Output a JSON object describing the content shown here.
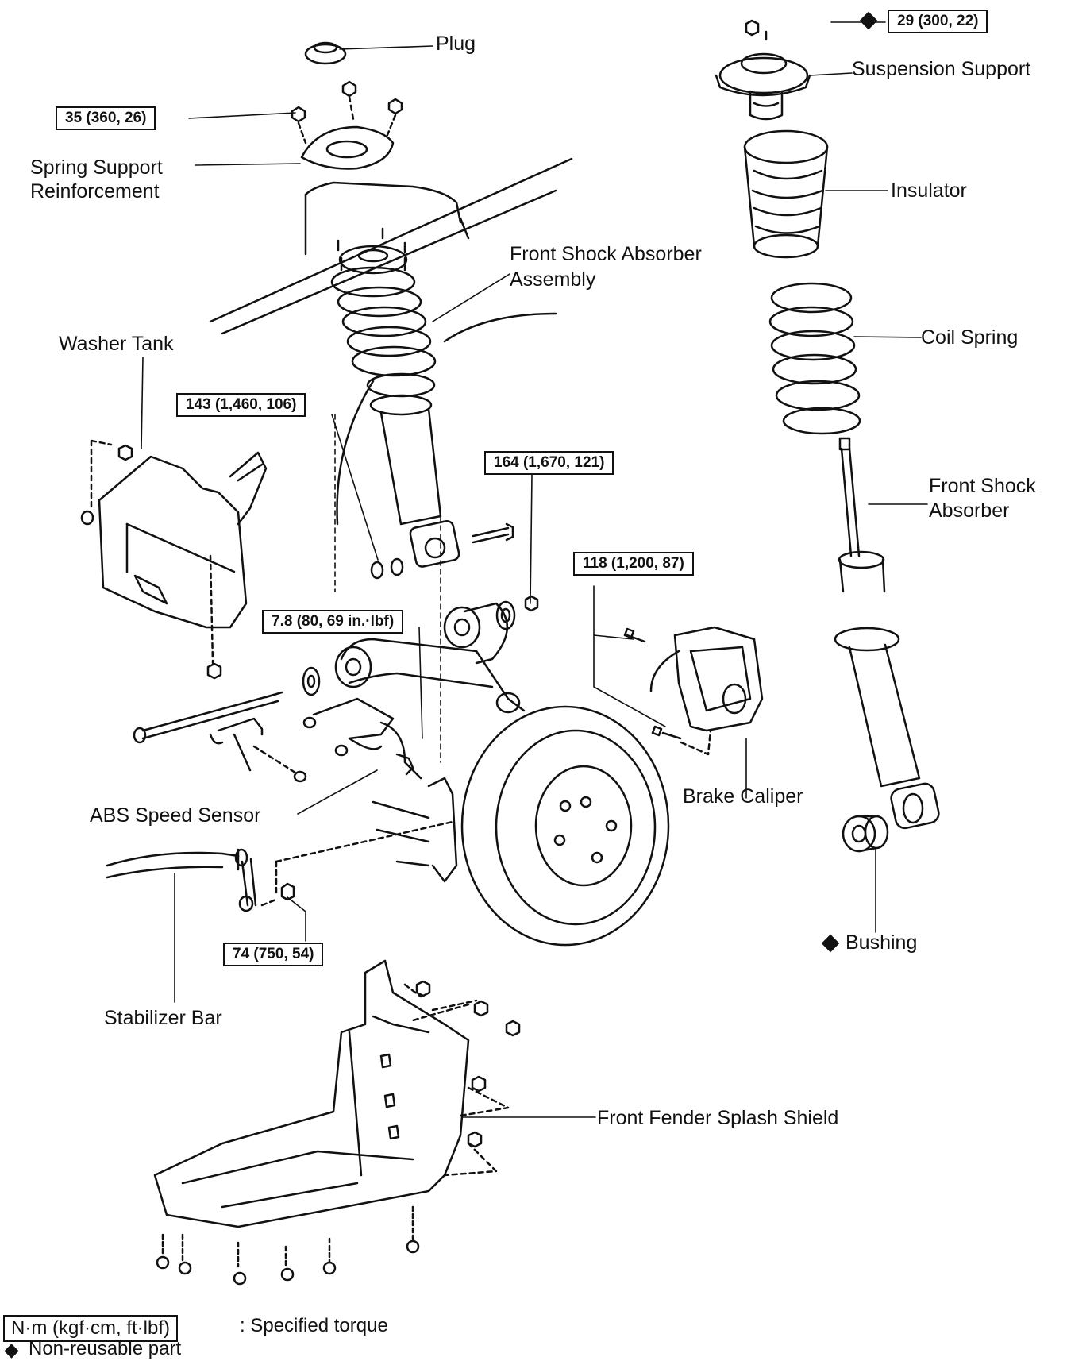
{
  "labels": {
    "plug": "Plug",
    "suspension_support": "Suspension Support",
    "spring_support_reinforcement_1": "Spring Support",
    "spring_support_reinforcement_2": "Reinforcement",
    "insulator": "Insulator",
    "front_shock_absorber_assembly_1": "Front Shock Absorber",
    "front_shock_absorber_assembly_2": "Assembly",
    "washer_tank": "Washer Tank",
    "coil_spring": "Coil Spring",
    "front_shock_absorber_1": "Front Shock",
    "front_shock_absorber_2": "Absorber",
    "abs_speed_sensor": "ABS Speed Sensor",
    "brake_caliper": "Brake Caliper",
    "bushing": "Bushing",
    "stabilizer_bar": "Stabilizer Bar",
    "front_fender_splash_shield": "Front Fender Splash Shield"
  },
  "torques": {
    "suspension_support_nut": "29 (300, 22)",
    "reinforcement_nut": "35 (360, 26)",
    "lower_shock_nut": "143 (1,460, 106)",
    "arm_bolt": "164 (1,670, 121)",
    "caliper_bolt": "118 (1,200, 87)",
    "sensor_bolt": "7.8 (80, 69 in.·lbf)",
    "stabilizer_link_nut": "74 (750, 54)"
  },
  "legend": {
    "torque_unit": "N·m (kgf·cm, ft·lbf)",
    "torque_desc": ": Specified torque",
    "nonreusable_desc": "Non-reusable part"
  }
}
